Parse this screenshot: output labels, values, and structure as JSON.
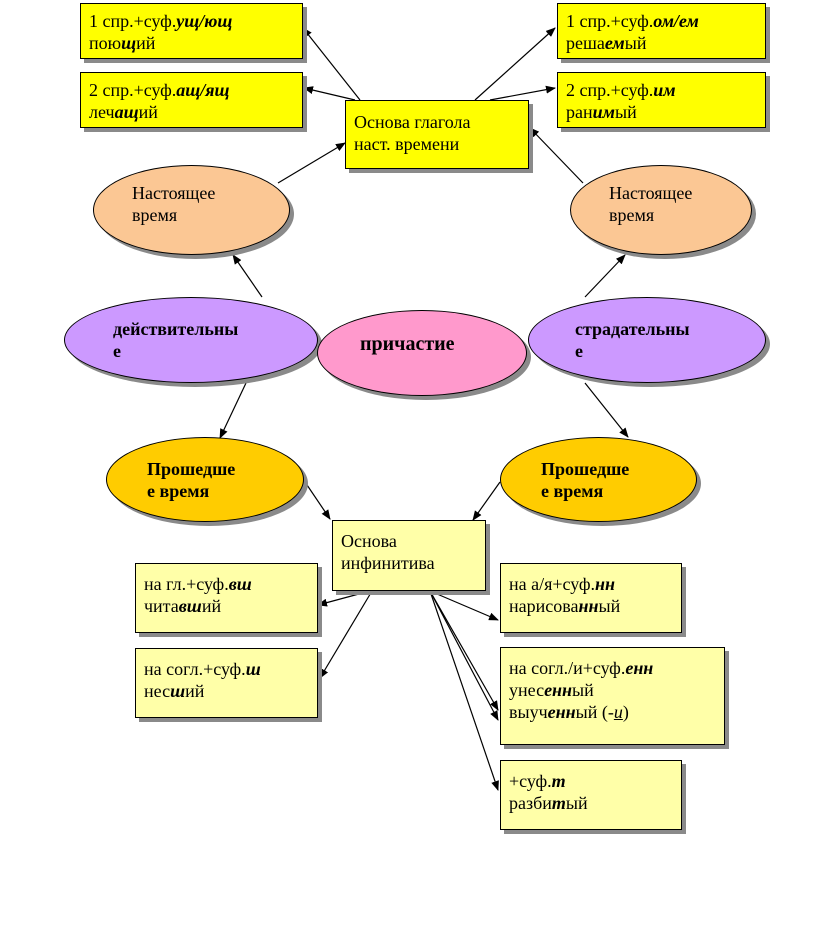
{
  "boxes": {
    "act_pres_1": {
      "l1_pre": "1 спр.+суф.",
      "l1_suf": "ущ/ющ",
      "l2_pre": "пою",
      "l2_hl": "щ",
      "l2_post": "ий"
    },
    "act_pres_2": {
      "l1_pre": "2 спр.+суф.",
      "l1_suf": "ащ/ящ",
      "l2_pre": "леч",
      "l2_hl": "ащ",
      "l2_post": "ий"
    },
    "pas_pres_1": {
      "l1_pre": "1 спр.+суф.",
      "l1_suf": "ом/ем",
      "l2_pre": "реша",
      "l2_hl": "ем",
      "l2_post": "ый"
    },
    "pas_pres_2": {
      "l1_pre": "2 спр.+суф.",
      "l1_suf": "им",
      "l2_pre": "ран",
      "l2_hl": "им",
      "l2_post": "ый"
    },
    "stem_present": {
      "line1": "Основа глагола",
      "line2": "наст. времени"
    },
    "stem_infinitive": {
      "line1": "Основа",
      "line2": "инфинитива"
    },
    "act_past_1": {
      "l1_pre": "на гл.+суф.",
      "l1_suf": "вш",
      "l2_pre": "чита",
      "l2_hl": "вш",
      "l2_post": "ий"
    },
    "act_past_2": {
      "l1_pre": "на согл.+суф.",
      "l1_suf": "ш",
      "l2_pre": "нес",
      "l2_hl": "ш",
      "l2_post": "ий"
    },
    "pas_past_1": {
      "l1_pre": "на а/я+суф.",
      "l1_suf": "нн",
      "l2_pre": "нарисова",
      "l2_hl": "нн",
      "l2_post": "ый"
    },
    "pas_past_2": {
      "l1_pre": "на согл./и+суф.",
      "l1_suf": "енн",
      "l2_pre": "унес",
      "l2_hl": "енн",
      "l2_post": "ый",
      "l3_pre": "выуч",
      "l3_hl": "енн",
      "l3_post": "ый (-",
      "l3_ul": "и",
      "l3_end": ")"
    },
    "pas_past_3": {
      "l1_pre": "+суф.",
      "l1_suf": "т",
      "l2_pre": "разби",
      "l2_hl": "т",
      "l2_post": "ый"
    }
  },
  "ellipses": {
    "present_left": {
      "line1": "Настоящее",
      "line2": "время"
    },
    "present_right": {
      "line1": "Настоящее",
      "line2": "время"
    },
    "active": {
      "line1": "действительны",
      "line2": "е"
    },
    "participle": {
      "label": "причастие"
    },
    "passive": {
      "line1": "страдательны",
      "line2": "е"
    },
    "past_left": {
      "line1": "Прошедше",
      "line2": "е время"
    },
    "past_right": {
      "line1": "Прошедше",
      "line2": "е время"
    }
  },
  "colors": {
    "yellow": "#ffff00",
    "pale_yellow": "#ffffa8",
    "peach": "#fbc794",
    "lilac": "#cc99ff",
    "pink": "#ff99cc",
    "gold": "#ffcc00"
  }
}
